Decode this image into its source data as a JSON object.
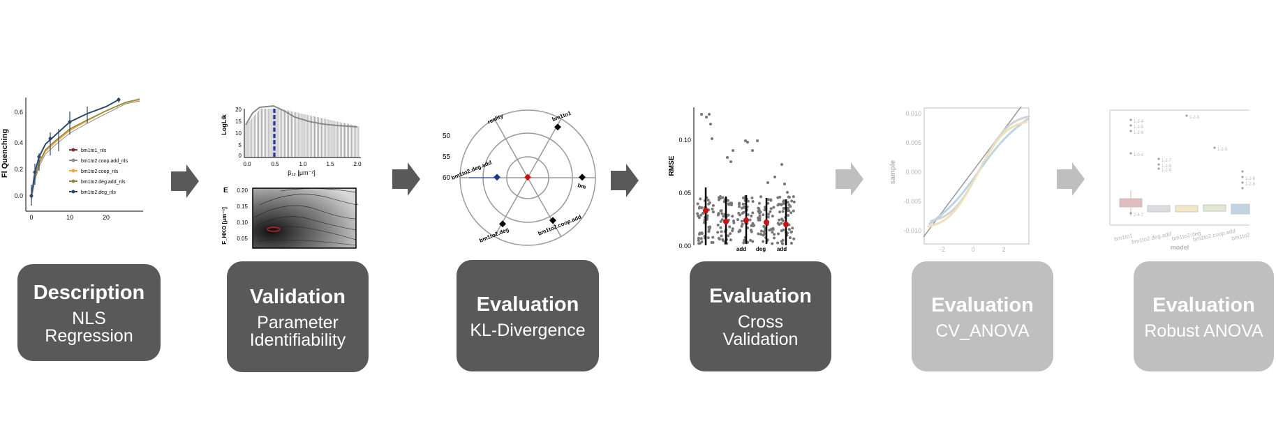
{
  "stages": [
    {
      "title": "Description",
      "subtitle": [
        "NLS",
        "Regression"
      ],
      "active": true
    },
    {
      "title": "Validation",
      "subtitle": [
        "Parameter",
        "Identifiability"
      ],
      "active": true
    },
    {
      "title": "Evaluation",
      "subtitle": [
        "KL-Divergence"
      ],
      "active": true
    },
    {
      "title": "Evaluation",
      "subtitle": [
        "Cross",
        "Validation"
      ],
      "active": true
    },
    {
      "title": "Evaluation",
      "subtitle": [
        "CV_ANOVA"
      ],
      "active": false
    },
    {
      "title": "Evaluation",
      "subtitle": [
        "Robust ANOVA"
      ],
      "active": false
    }
  ],
  "colors": {
    "active": "#595959",
    "inactive": "#bfbfbf",
    "arrow_active": "#595959",
    "arrow_inactive": "#bfbfbf"
  },
  "panels": {
    "nls": {
      "ylabel": "Fl Quenching",
      "yticks": [
        "0.6",
        "0.4",
        "0.2",
        "0.0"
      ],
      "xticks": [
        "0",
        "10",
        "20"
      ],
      "legend": [
        {
          "label": "bm1to1_nls",
          "color": "#7b2d2d"
        },
        {
          "label": "bm1to2.coop.add_nls",
          "color": "#8c8c8c"
        },
        {
          "label": "bm1to2.coop_nls",
          "color": "#f2a53a"
        },
        {
          "label": "bm1to2.deg.add_nls",
          "color": "#8a8a3a"
        },
        {
          "label": "bm1to2.deg_nls",
          "color": "#2e4a6b"
        }
      ]
    },
    "identifiability": {
      "ylabel_top": "LogLik",
      "yticks_top": [
        "20",
        "15",
        "10",
        "5",
        "0"
      ],
      "xticks_top": [
        "0.0",
        "0.5",
        "1.0",
        "1.5",
        "2.0"
      ],
      "xlabel_top": "β₁₂ [μm⁻²]",
      "panel_letter": "E",
      "ylabel_bottom": "F_HKO [μm⁻¹]",
      "yticks_bottom": [
        "0.20",
        "0.15",
        "0.10",
        "0.05"
      ]
    },
    "kl": {
      "scale_labels": [
        "50",
        "55",
        "60"
      ],
      "labels": [
        "reality",
        "bm1to1",
        "bm",
        "bm1to2.coop.add",
        "bm1to2.deg",
        "bm1to2.deg.add"
      ]
    },
    "cv": {
      "ylabel": "RMSE",
      "yticks": [
        "0.10",
        "0.05",
        "0.00"
      ],
      "xticks": [
        "add",
        "deg",
        "add"
      ]
    },
    "cv_anova": {
      "ylabel": "sample",
      "yticks": [
        "0.010",
        "0.005",
        "0.000",
        "-0.005",
        "-0.010"
      ],
      "xticks": [
        "-2",
        "0",
        "2"
      ]
    },
    "robust_anova": {
      "xlabel": "model",
      "xticks": [
        "bm1to1",
        "bm1to2.deg.add",
        "bm1to2.deg",
        "bm1to2.coop.add",
        "bm1to2"
      ],
      "outlier_labels": [
        "1-2-4",
        "1-2-5",
        "1-2-6",
        "1-0-4",
        "2-4-7",
        "1-2-3",
        "1-2-7",
        "1-2-8",
        "1-2-9",
        "1-2-3",
        "1-2-8",
        "1-2-9"
      ]
    }
  }
}
